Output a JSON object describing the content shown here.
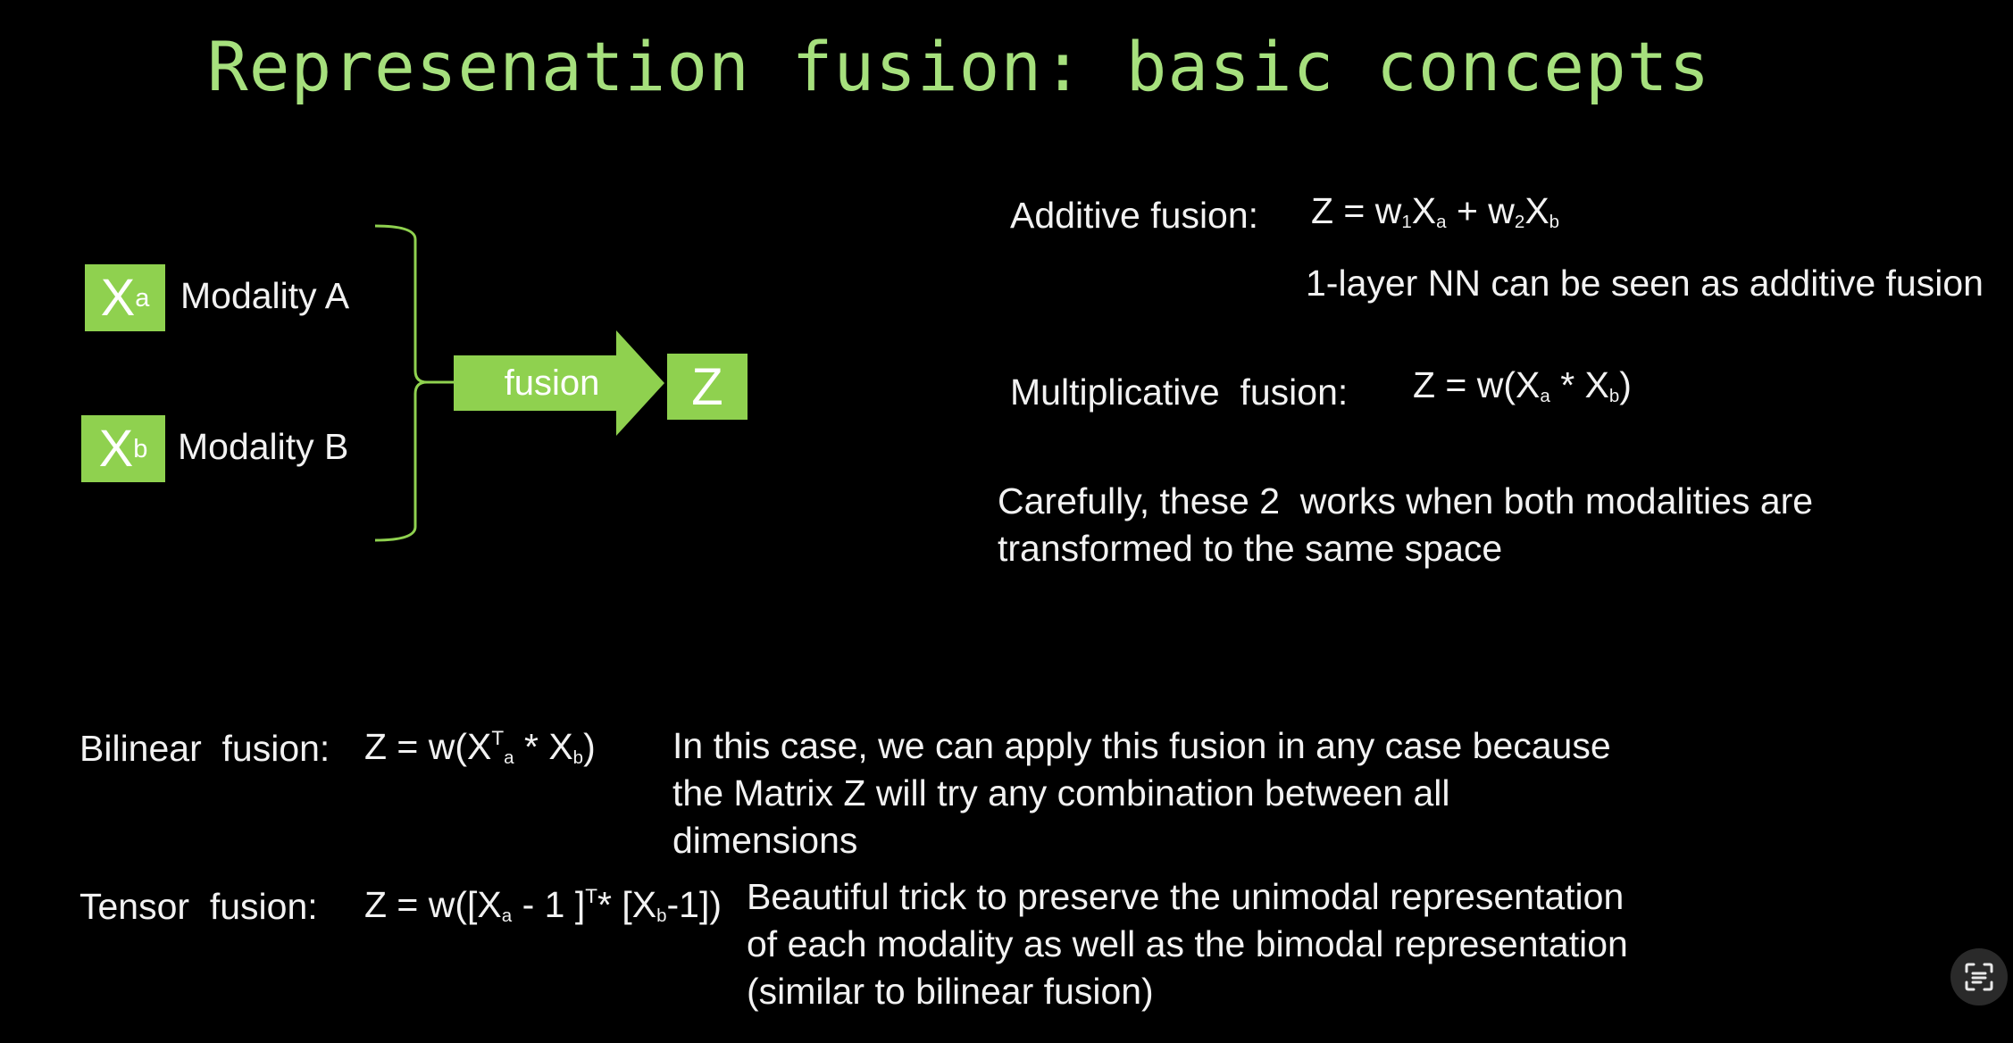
{
  "title": "Represenation fusion: basic concepts",
  "diagram": {
    "modality_a": {
      "symbol": "X",
      "subscript": "a",
      "label": "Modality A"
    },
    "modality_b": {
      "symbol": "X",
      "subscript": "b",
      "label": "Modality B"
    },
    "arrow_label": "fusion",
    "output": "Z",
    "colors": {
      "box": "#8fd14f",
      "bracket": "#8fd14f",
      "title": "#a6e07d"
    }
  },
  "additive": {
    "label": "Additive fusion:",
    "eq": {
      "a": "Z = w",
      "s1": "1",
      "b": "X",
      "s2": "a",
      "c": " + w",
      "s3": "2",
      "d": "X",
      "s4": "b"
    },
    "note": "1-layer NN can be seen as additive fusion"
  },
  "multiplicative": {
    "label": "Multiplicative  fusion:",
    "eq": {
      "a": "Z = w(X",
      "s1": "a",
      "b": " * X",
      "s2": "b",
      "c": ")"
    }
  },
  "caution": {
    "line1": "Carefully, these 2  works when both modalities are",
    "line2": "transformed to the same space"
  },
  "bilinear": {
    "label": "Bilinear  fusion:",
    "eq": {
      "a": "Z = w(X",
      "sup": "T",
      "sub": "a",
      "b": " * X",
      "sub2": "b",
      "c": ")"
    },
    "desc": {
      "line1": "In this case, we can apply this fusion in any case because",
      "line2": "the Matrix Z will try any combination between all",
      "line3": "dimensions"
    }
  },
  "tensor": {
    "label": "Tensor  fusion:",
    "eq": {
      "a": "Z = w([X",
      "s1": "a",
      "b": " - 1 ]",
      "sup": "T",
      "c": "* [X",
      "s2": "b",
      "d": "-1])"
    },
    "desc": {
      "line1": "Beautiful trick to preserve the unimodal representation",
      "line2": "of each modality as well as the bimodal representation",
      "line3": "(similar to bilinear fusion)"
    }
  },
  "icons": {
    "lens": "text-recognition-icon"
  }
}
